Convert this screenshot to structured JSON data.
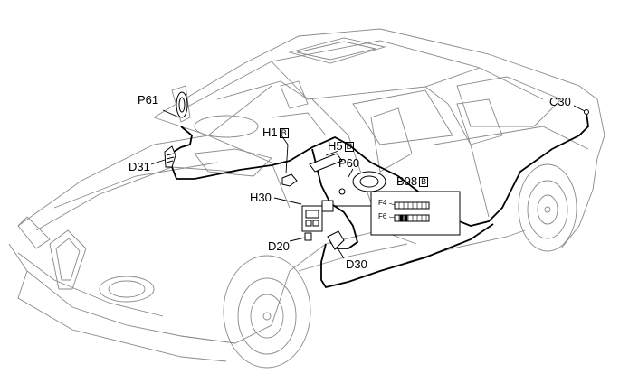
{
  "labels": {
    "p61": "P61",
    "c30": "C30",
    "h1": "H1",
    "h5": "H5",
    "p60": "P60",
    "d31": "D31",
    "h30": "H30",
    "b98": "B98",
    "d20": "D20",
    "d30": "D30",
    "box_mark": "B"
  },
  "fuse_panel": {
    "f4": "F4",
    "f6": "F6"
  },
  "colors": {
    "line": "#000000",
    "car": "#7a7a7a",
    "background": "#ffffff"
  }
}
